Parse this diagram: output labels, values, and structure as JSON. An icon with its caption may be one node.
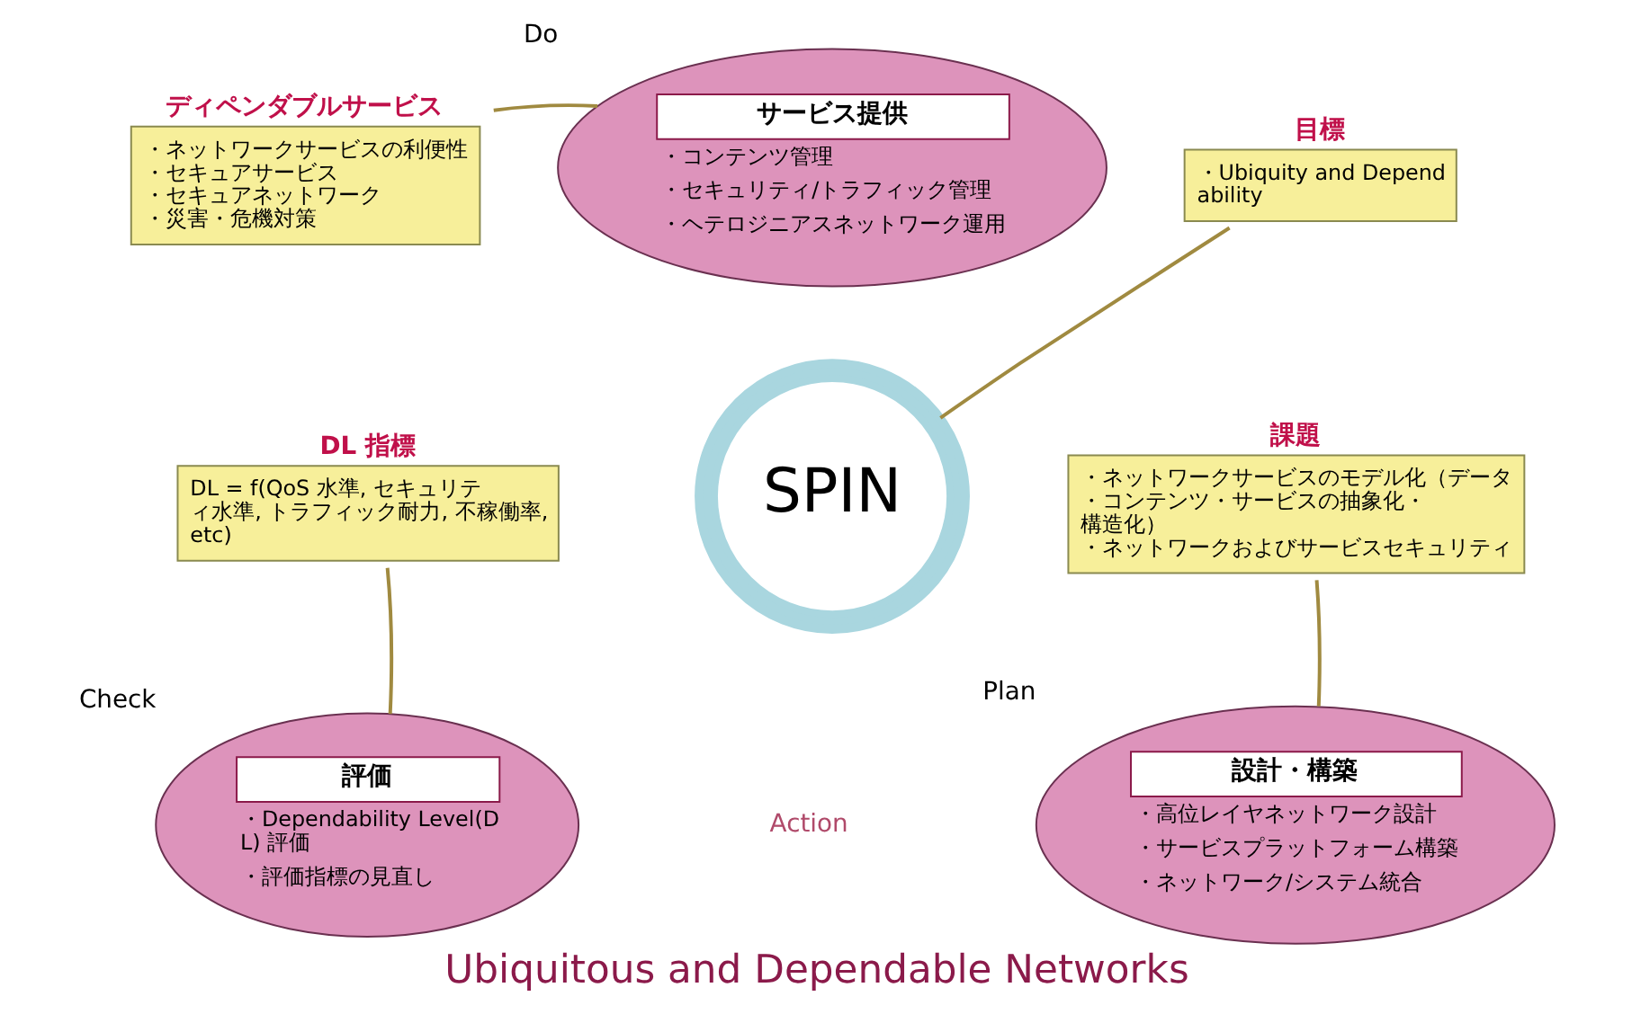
{
  "diagram": {
    "caption": "Ubiquitous and Dependable Networks",
    "nodes": [
      {
        "text": [
          "ディペンダブルサービス",
          "・ネットワークサービスの利便性",
          "・セキュアサービス",
          "・セキュアネットワーク",
          "・災害・危機対策"
        ]
      },
      {
        "text": [
          "サービス提供",
          "・コンテンツ管理",
          "・セキュリティ/トラフィック管理",
          "・ヘテロジニアスネットワーク運用"
        ],
        "beside": [
          "Do"
        ]
      },
      {
        "text": [
          "目標",
          "・Ubiquity and Dependability"
        ]
      },
      {
        "text": [
          "DL 指標",
          "DL = f(QoS 水準, セキュリティ水準, トラフィック耐力, 不稼働率, etc)"
        ]
      },
      {
        "text": [
          "SPIN"
        ]
      },
      {
        "text": [
          "課題",
          "・ネットワークサービスのモデル化（データ・コンテンツ・サービスの抽象化・構造化）",
          "・ネットワークおよびサービスセキュリティ"
        ]
      },
      {
        "text": [
          "評価",
          "・Dependability Level(DL) 評価",
          "・評価指標の見直し"
        ],
        "beside": [
          "Check"
        ]
      },
      {
        "text": [
          "設計・構築",
          "・高位レイヤネットワーク設計",
          "・サービスプラットフォーム構築",
          "・ネットワーク/システム統合"
        ],
        "beside": [
          "Plan"
        ]
      }
    ],
    "edges": [
      {
        "from": 0,
        "to": 1,
        "arrow": "none"
      },
      {
        "from": 2,
        "to": 4,
        "arrow": "none"
      },
      {
        "from": 3,
        "to": 6,
        "arrow": "none"
      },
      {
        "from": 5,
        "to": 7,
        "arrow": "none"
      }
    ],
    "labels": [
      "Action"
    ]
  }
}
